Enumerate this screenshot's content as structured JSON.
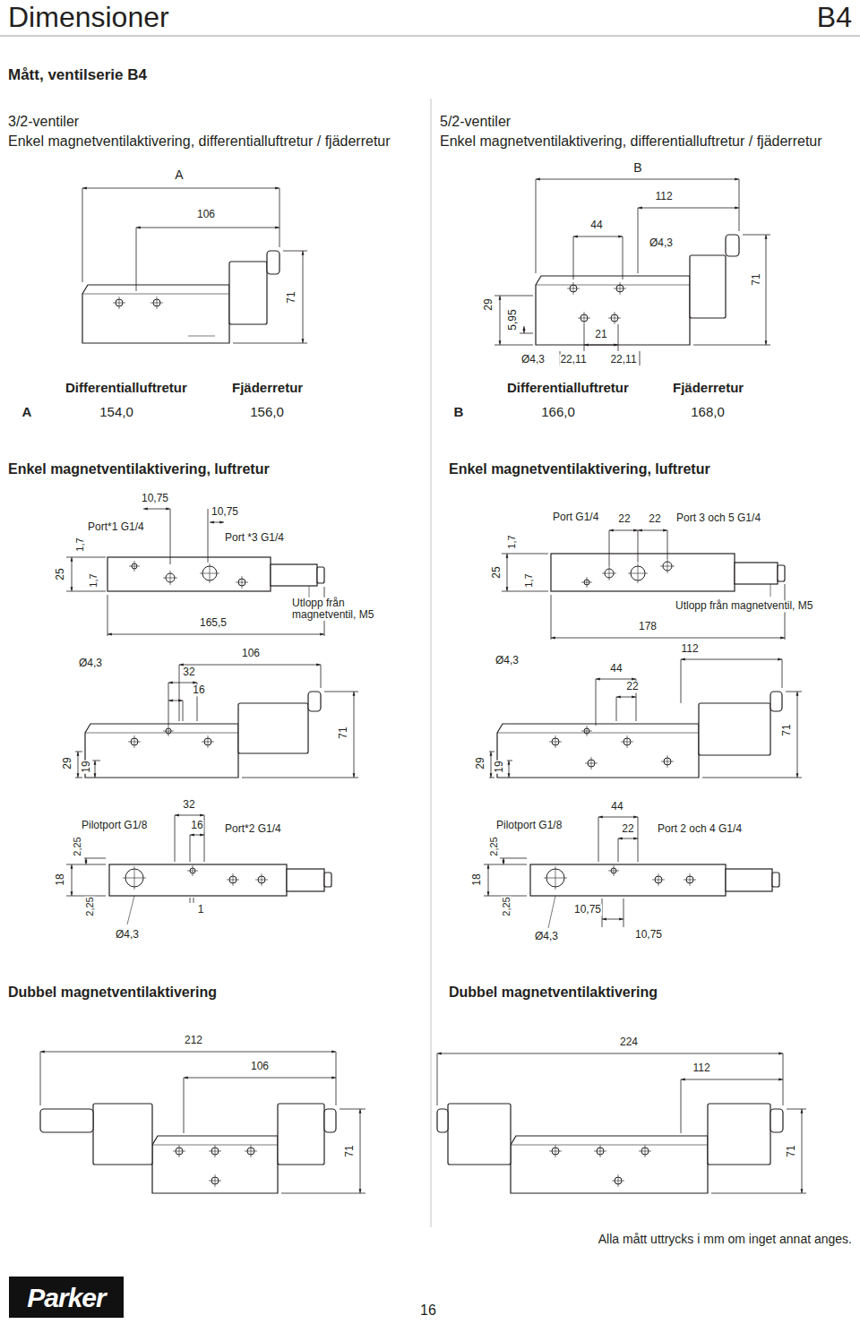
{
  "diagram": {
    "title": "Dimensioner",
    "labels": [
      "B4",
      "Mått, ventilserie B4",
      "3/2-ventiler",
      "Enkel magnetventilaktivering, differentialluftretur / fjäderretur",
      "5/2-ventiler",
      "Enkel magnetventilaktivering, differentialluftretur / fjäderretur",
      "A",
      "106",
      "71",
      "B",
      "112",
      "44",
      "Ø4,3",
      "71",
      "29",
      "5,95",
      "21",
      "Ø4,3",
      "22,11",
      "22,11",
      "Differentialluftretur",
      "Fjäderretur",
      "A",
      "154,0",
      "156,0",
      "Differentialluftretur",
      "Fjäderretur",
      "B",
      "166,0",
      "168,0",
      "Enkel magnetventilaktivering, luftretur",
      "Enkel magnetventilaktivering, luftretur",
      "10,75",
      "Port*1 G1/4",
      "10,75",
      "Port *3 G1/4",
      "1,7",
      "25",
      "1,7",
      "165,5",
      "Utlopp från magnetventil, M5",
      "Port G1/4",
      "22",
      "22",
      "Port 3 och 5 G1/4",
      "1,7",
      "25",
      "1,7",
      "178",
      "Utlopp från magnetventil, M5",
      "Ø4,3",
      "106",
      "32",
      "16",
      "71",
      "29",
      "19",
      "Ø4,3",
      "112",
      "44",
      "22",
      "71",
      "29",
      "19",
      "32",
      "Pilotport G1/8",
      "16",
      "Port*2 G1/4",
      "2,25",
      "18",
      "2,25",
      "1",
      "Ø4,3",
      "44",
      "Pilotport G1/8",
      "22",
      "Port 2 och 4 G1/4",
      "2,25",
      "18",
      "2,25",
      "10,75",
      "Ø4,3",
      "10,75",
      "Dubbel magnetventilaktivering",
      "Dubbel magnetventilaktivering",
      "212",
      "106",
      "71",
      "224",
      "112",
      "71",
      "Alla mått uttrycks i mm om inget annat anges.",
      "16",
      "Parker"
    ]
  }
}
